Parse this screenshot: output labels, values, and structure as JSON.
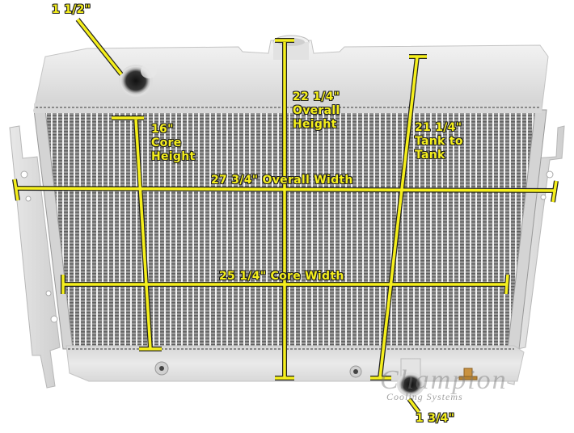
{
  "product": {
    "subject": "aluminum radiator",
    "brand_watermark": "Champion",
    "brand_sub_watermark": "Cooling Systems"
  },
  "dimensions": {
    "inlet": {
      "value": "1 1/2\""
    },
    "overall_height": {
      "value": "22 1/4\"",
      "line1": "Overall",
      "line2": "Height"
    },
    "core_height": {
      "value": "16\"",
      "line1": "Core",
      "line2": "Height"
    },
    "tank_to_tank": {
      "value": "21 1/4\"",
      "line1": "Tank to",
      "line2": "Tank"
    },
    "overall_width": {
      "label": "27 3/4\" Overall Width"
    },
    "core_width": {
      "label": "25 1/4\" Core Width"
    },
    "outlet": {
      "value": "1 3/4\""
    }
  },
  "colors": {
    "annotation": "#f5ef1c",
    "annotation_outline": "#222222",
    "aluminum_light": "#eeeeee",
    "aluminum_mid": "#cfcfcf",
    "core_dark": "#6e6e6e",
    "brass_petcock": "#c9923f"
  }
}
